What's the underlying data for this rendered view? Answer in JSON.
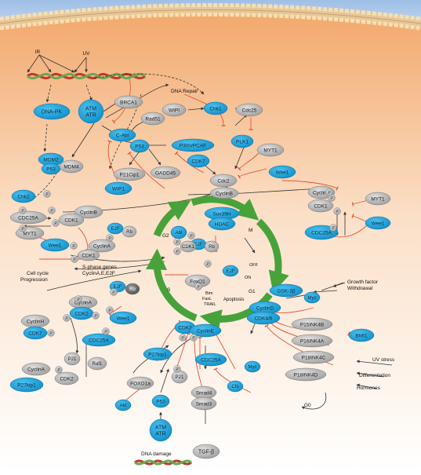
{
  "nodes": {
    "ir": "IR",
    "uv": "UV",
    "dna_pk": "DNA-PK",
    "atm_atr_top": [
      "ATM",
      "ATR"
    ],
    "brca1": "BRCA1",
    "dna_repair": "DNA Repair",
    "wip1_top": "WIPI",
    "chk1": "Chk1",
    "cdc25_top": "Cdc25",
    "rad51": "Rad51",
    "c_abl": "C-Abl",
    "mdm2": "MDM2",
    "p53_top": "P53",
    "mdm4": "MDM4",
    "p53_mid": "P53",
    "p300": "P300/PCAF",
    "plk1": "PLK1",
    "myt1_top": "MYT1",
    "p21cip1": "P21Cip1",
    "gadd45": "GADD45",
    "cdk7_top": "CDK7",
    "wee1_top": "Wee1",
    "wip1_mid": "WIP1",
    "cdc2": "Cdc2",
    "cyclinb_top": "CyclinB",
    "chk2": "Chk2",
    "p_small": "P",
    "cdc25a_left": "CDC25A",
    "cyclinb_left": "CyclinB",
    "cdk1_left": "CDK1",
    "myt1_left": "MYT1",
    "wee1_left": "Wee1",
    "cyclina_left": "CyclinA",
    "cdk1_left2": "CDK1",
    "e2f_left": "E2F",
    "rb_left": "Rb",
    "suv39h1": "Suv39H",
    "hdac": "HDAC",
    "abl": "Abl",
    "e2f_mid": "E2F",
    "rb_mid": "Rb",
    "cdk1_right": "CDK1",
    "cyclina_right": "CyclinA",
    "cdk1_right2": "CDK1",
    "myt1_right": "MYT1",
    "cdc25a_right": "CDC25A",
    "wee1_right": "Wee1",
    "cell_cycle_prog": [
      "Cell cycle",
      "Progression"
    ],
    "sphase_genes": [
      "S-phase genes",
      "CyclinA,E,E2F"
    ],
    "g2": "G2",
    "m": "M",
    "s": "S",
    "g1": "G1",
    "off": "OFF",
    "on": "ON",
    "foxo1": "FoxO1",
    "e2f_center": "E2F",
    "bim_fasl": [
      "Bim",
      "FasL",
      "TRAIL"
    ],
    "apoptosis": "Apoptosis",
    "e2f_s": "E2F",
    "rb_s": "Rb",
    "cyclina_s": "CyclinA",
    "cyclinh": "CyclinH",
    "cdk7_left": "CDK7",
    "cdk2_left": "CDK2",
    "wee1_s": "Wee1",
    "cdc25a_s": "CDC25A",
    "p21_s": "P21",
    "raf1": "Raf1",
    "cyclina_bl": "CyclinA",
    "cdk2_bl": "CDK2",
    "p27kip1_bl": "P27kip1",
    "gsk3b": "GSK-3β",
    "growth_factor": [
      "Growth factor",
      "Withdrawal"
    ],
    "myc_right": "Myc",
    "cyclind": "CyclinD",
    "cdk46": "CDK4/6",
    "p15ink4b": "P15INK4B",
    "p16ink4a": "P16INK4A",
    "bmi1": "BMI1",
    "uv_stress": "UV stress",
    "p18ink4c": "P18INK4C",
    "differentiation": "Differentiation",
    "p18ink4d": "P18INK4D",
    "hormones": "Hormones",
    "g0": "G0",
    "cdk2_bottom": "CDK2",
    "cycline": "CyclinE",
    "p27kip1_bottom": "P27kip1",
    "cdc25a_bottom": "CDC25A",
    "myc_bottom": "Myc",
    "foxo1a": "FOXO1a",
    "p21_bottom": "P21",
    "cfs": "Cfs",
    "smad4": "Smad4",
    "smad3": "Smad3",
    "akt": "Akt",
    "p53_bottom": "P53",
    "atm_atr_bottom": [
      "ATM",
      "ATR"
    ],
    "dna_damage": "DNA damage",
    "tgfb": "TGF-β"
  },
  "colors": {
    "sky": "#a9c4e8",
    "cell_top": "#f3b37c",
    "cell_bottom": "#ffffff",
    "lipid_head": "#f6d9a4",
    "blue_node": "#1aa0d8",
    "gray_node": "#b4b4b4",
    "dark_node": "#6f6f6f",
    "cycle_green": "#48a23a",
    "inhibit_red": "#e0553a",
    "activation": "#333333"
  }
}
